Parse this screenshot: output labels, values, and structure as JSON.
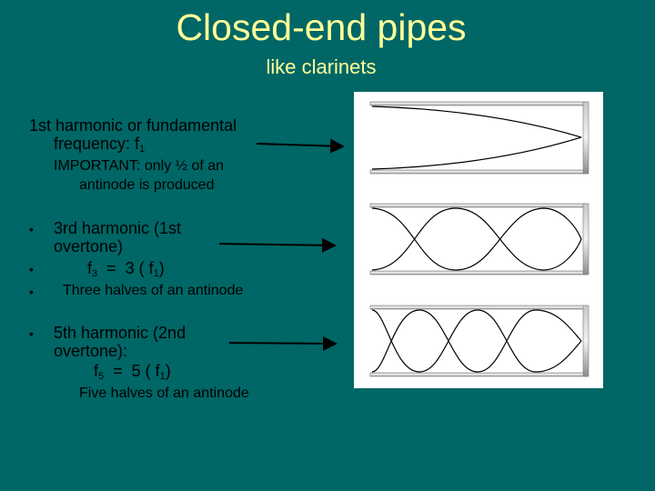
{
  "slide": {
    "title": "Closed-end pipes",
    "subtitle": "like clarinets"
  },
  "first": {
    "line1": "1st harmonic or fundamental",
    "line2_prefix": "frequency:   f",
    "line2_sub": "1",
    "note_line1": "IMPORTANT:  only ½ of an",
    "note_line2": "antinode is produced"
  },
  "third": {
    "bullet": "•",
    "line1": "3rd harmonic (1st",
    "line2": "overtone)",
    "formula_f": "f",
    "formula_sub": "3",
    "formula_mid": "  =  3 ( f",
    "formula_sub2": "1",
    "formula_end": ")",
    "note": "Three halves of an antinode"
  },
  "fifth": {
    "bullet": "•",
    "line1": "5th harmonic (2nd",
    "line2": "overtone):",
    "formula_f": "f",
    "formula_sub": "5",
    "formula_mid": "  =  5 ( f",
    "formula_sub2": "1",
    "formula_end": ")",
    "note": "Five halves of an antinode"
  },
  "colors": {
    "background": "#006666",
    "title": "#FFFF99",
    "text": "#000000"
  }
}
